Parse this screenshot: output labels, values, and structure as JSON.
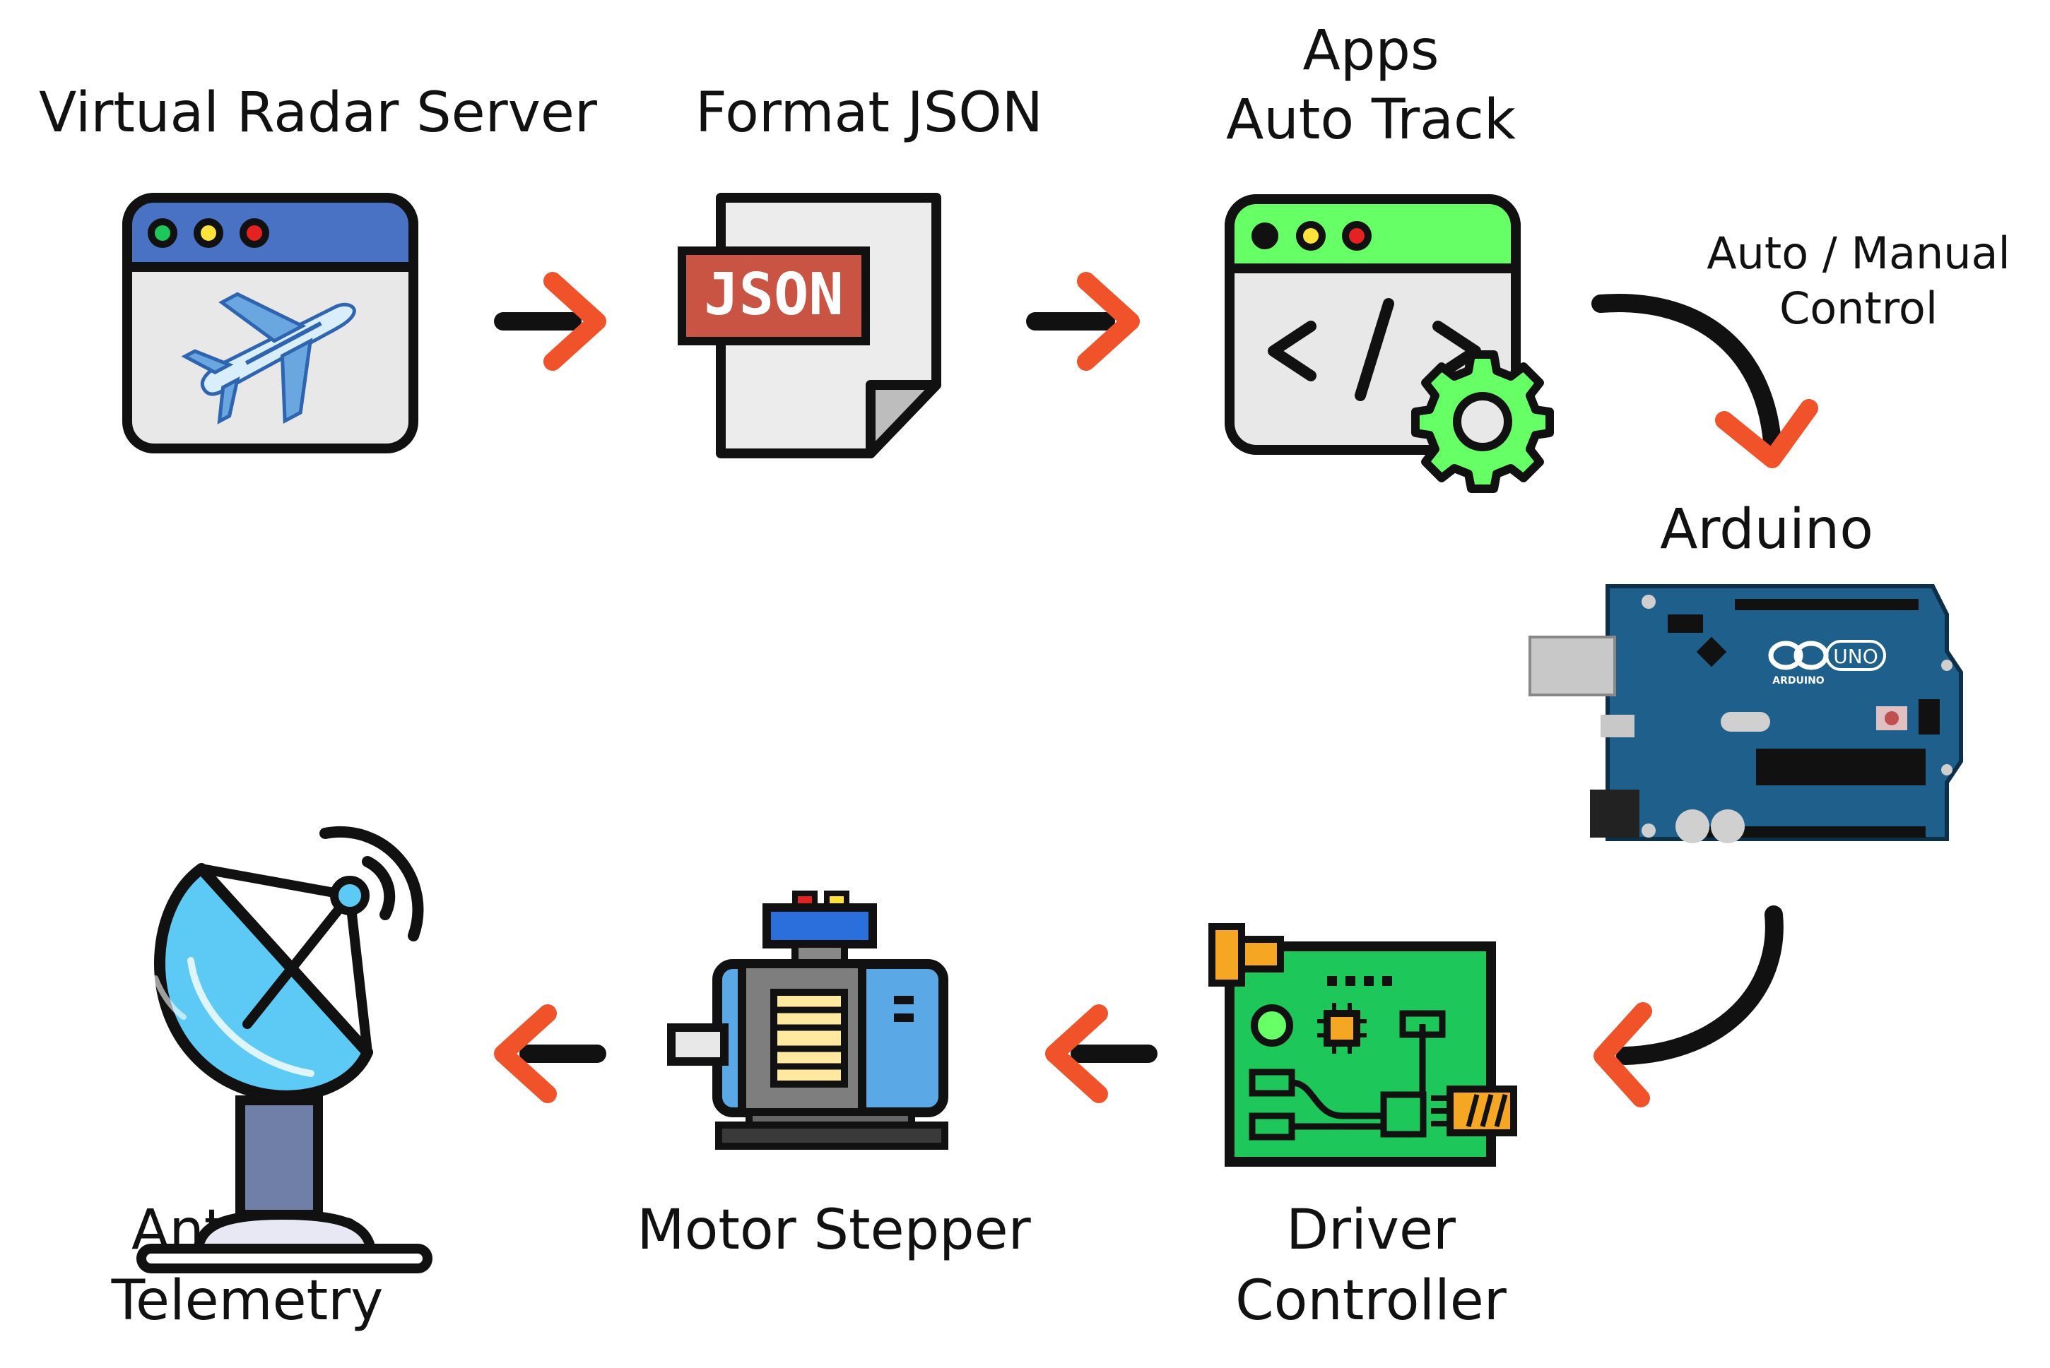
{
  "labels": {
    "virtual_radar_server": "Virtual Radar Server",
    "format_json": "Format JSON",
    "apps_line1": "Apps",
    "apps_line2": "Auto Track",
    "control_line1": "Auto / Manual",
    "control_line2": "Control",
    "arduino": "Arduino",
    "driver_line1": "Driver",
    "driver_line2": "Controller",
    "motor_stepper": "Motor Stepper",
    "antenna_line1": "Antenna",
    "antenna_line2": "Telemetry"
  },
  "icon_text": {
    "json_badge": "JSON",
    "uno": "UNO",
    "arduino_brand": "ARDUINO"
  },
  "icons": [
    "browser-airplane-icon",
    "json-document-icon",
    "code-window-gear-icon",
    "arduino-board-icon",
    "driver-board-icon",
    "stepper-motor-icon",
    "satellite-dish-icon"
  ],
  "colors": {
    "arrow_head": "#f0522a",
    "arrow_shaft": "#111111",
    "browser_bar_blue": "#4a72c4",
    "browser_bar_green": "#66ff66",
    "json_badge": "#c95444",
    "gear": "#66ff66",
    "arduino_blue": "#1f5f8b",
    "pcb_green": "#1ec75a",
    "motor_blue": "#5aa9e6",
    "dish_blue": "#5ccaf5"
  }
}
